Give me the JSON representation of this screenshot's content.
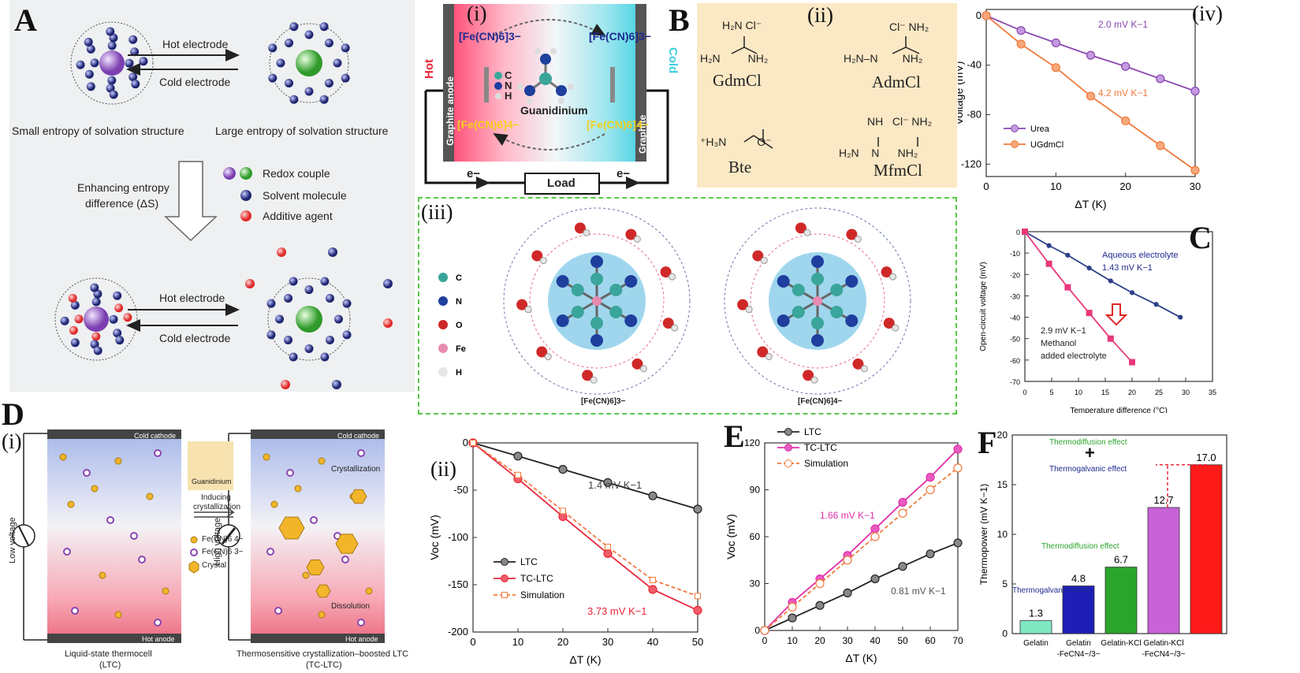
{
  "labels": {
    "A": "A",
    "B": "B",
    "C": "C",
    "D": "D",
    "E": "E",
    "F": "F",
    "i": "(i)",
    "ii": "(ii)",
    "iii": "(iii)",
    "iv": "(iv)",
    "Di": "(i)",
    "Dii": "(ii)"
  },
  "panelA": {
    "hot_electrode": "Hot electrode",
    "cold_electrode": "Cold electrode",
    "small_entropy": "Small entropy of solvation structure",
    "large_entropy": "Large entropy of solvation structure",
    "enhancing_1": "Enhancing entropy",
    "enhancing_2": "difference (ΔS)",
    "legend_redox": "Redox couple",
    "legend_solvent": "Solvent molecule",
    "legend_additive": "Additive agent",
    "hot_electrode_2": "Hot electrode",
    "cold_electrode_2": "Cold electrode"
  },
  "panelBi": {
    "hot": "Hot",
    "cold": "Cold",
    "anode": "Graphite anode",
    "cathode": "Graphite cathode",
    "fe3_left": "[Fe(CN)6]3−",
    "fe3_right": "[Fe(CN)6]3−",
    "fe4_left": "[Fe(CN)6]4−",
    "fe4_right": "[Fe(CN)6]4−",
    "guanidinium": "Guanidinium",
    "atom_c": "C",
    "atom_n": "N",
    "atom_h": "H",
    "e_left": "e−",
    "e_right": "e−",
    "load": "Load"
  },
  "panelBii": {
    "gdm": "GdmCl",
    "adm": "AdmCl",
    "bte": "Bte",
    "mfm": "MfmCl"
  },
  "panelBiii": {
    "legend": [
      "C",
      "N",
      "O",
      "Fe",
      "H"
    ],
    "cap_left": "[Fe(CN)6]3−",
    "cap_right": "[Fe(CN)6]4−"
  },
  "panelC_text": {
    "aq_1": "Aqueous electrolyte",
    "aq_2": "1.43 mV K−1",
    "me_1": "2.9 mV K−1",
    "me_2": "Methanol",
    "me_3": "added electrolyte"
  },
  "panelDi": {
    "cold_cathode": "Cold cathode",
    "hot_anode": "Hot anode",
    "low_voltage": "Low voltage",
    "high_voltage": "High voltage",
    "guanidinium": "Guanidinium",
    "inducing_1": "Inducing",
    "inducing_2": "crystallization",
    "leg_fe4": "Fe(CN)6 4−",
    "leg_fe3": "Fe(CN)6 3−",
    "leg_crystal": "Crystal",
    "crystallization": "Crystallization",
    "dissolution": "Dissolution",
    "cap_left_1": "Liquid-state thermocell",
    "cap_left_2": "(LTC)",
    "cap_right_1": "Thermosensitive crystallization–boosted LTC",
    "cap_right_2": "(TC-LTC)"
  },
  "colors": {
    "orange": "#f07a3c",
    "purple": "#8a46b0",
    "pink": "#e8377a",
    "navy": "#2c3e88",
    "black": "#222222",
    "red": "#e8283c"
  },
  "chart_data": [
    {
      "id": "Biv",
      "type": "line",
      "xlabel": "ΔT (K)",
      "ylabel": "Voltage (mV)",
      "xlim": [
        0,
        30
      ],
      "ylim": [
        -130,
        5
      ],
      "xticks": [
        0,
        10,
        20,
        30
      ],
      "yticks": [
        0,
        -40,
        -80,
        -120
      ],
      "series": [
        {
          "name": "Urea",
          "x": [
            0,
            5,
            10,
            15,
            20,
            25,
            30
          ],
          "y": [
            0,
            -12,
            -22,
            -32,
            -41,
            -51,
            -61
          ],
          "annotation": "2.0 mV K−1"
        },
        {
          "name": "UGdmCl",
          "x": [
            0,
            5,
            10,
            15,
            20,
            25,
            30
          ],
          "y": [
            0,
            -23,
            -42,
            -65,
            -85,
            -105,
            -125
          ],
          "annotation": "4.2 mV K−1"
        }
      ]
    },
    {
      "id": "C",
      "type": "line",
      "xlabel": "Temperature difference (°C)",
      "ylabel": "Open-circuit voltage (mV)",
      "xlim": [
        0,
        35
      ],
      "ylim": [
        -70,
        0
      ],
      "xticks": [
        0,
        5,
        10,
        15,
        20,
        25,
        30,
        35
      ],
      "yticks": [
        0,
        -10,
        -20,
        -30,
        -40,
        -50,
        -60,
        -70
      ],
      "series": [
        {
          "name": "Aqueous electrolyte",
          "x": [
            0,
            4.5,
            8,
            12,
            16,
            20,
            24.5,
            29
          ],
          "y": [
            0,
            -6.5,
            -11,
            -17,
            -23,
            -28.5,
            -34,
            -40
          ]
        },
        {
          "name": "Methanol added electrolyte",
          "x": [
            0,
            4.5,
            8,
            12,
            16,
            20
          ],
          "y": [
            0,
            -15,
            -26,
            -38,
            -50,
            -61
          ]
        }
      ]
    },
    {
      "id": "Dii",
      "type": "line",
      "xlabel": "ΔT (K)",
      "ylabel": "Voc (mV)",
      "xlim": [
        0,
        50
      ],
      "ylim": [
        -200,
        0
      ],
      "xticks": [
        0,
        10,
        20,
        30,
        40,
        50
      ],
      "yticks": [
        0,
        -50,
        -100,
        -150,
        -200
      ],
      "series": [
        {
          "name": "LTC",
          "x": [
            0,
            10,
            20,
            30,
            40,
            50
          ],
          "y": [
            0,
            -14,
            -28,
            -42,
            -56,
            -70
          ],
          "annotation": "1.4 mV K−1"
        },
        {
          "name": "TC-LTC",
          "x": [
            0,
            10,
            20,
            30,
            40,
            50
          ],
          "y": [
            0,
            -38,
            -78,
            -117,
            -155,
            -177
          ],
          "annotation": "3.73 mV K−1"
        },
        {
          "name": "Simulation",
          "x": [
            0,
            10,
            20,
            30,
            40,
            50
          ],
          "y": [
            0,
            -34,
            -72,
            -110,
            -145,
            -162
          ]
        }
      ]
    },
    {
      "id": "E",
      "type": "line",
      "xlabel": "ΔT (K)",
      "ylabel": "Voc (mV)",
      "xlim": [
        0,
        70
      ],
      "ylim": [
        0,
        120
      ],
      "xticks": [
        0,
        10,
        20,
        30,
        40,
        50,
        60,
        70
      ],
      "yticks": [
        0,
        30,
        60,
        90,
        120
      ],
      "series": [
        {
          "name": "LTC",
          "x": [
            0,
            10,
            20,
            30,
            40,
            50,
            60,
            70
          ],
          "y": [
            0,
            8,
            16,
            24,
            33,
            41,
            49,
            56
          ],
          "annotation": "0.81 mV K−1"
        },
        {
          "name": "TC-LTC",
          "x": [
            0,
            10,
            20,
            30,
            40,
            50,
            60,
            70
          ],
          "y": [
            0,
            18,
            33,
            48,
            65,
            82,
            98,
            116
          ],
          "annotation": "1.66 mV K−1"
        },
        {
          "name": "Simulation",
          "x": [
            0,
            10,
            20,
            30,
            40,
            50,
            60,
            70
          ],
          "y": [
            0,
            15,
            30,
            45,
            60,
            75,
            90,
            104
          ]
        }
      ]
    },
    {
      "id": "F",
      "type": "bar",
      "ylabel": "Thermopower (mV K−1)",
      "ylim": [
        0,
        20
      ],
      "yticks": [
        0,
        5,
        10,
        15,
        20
      ],
      "categories": [
        "Gelatin",
        "Gelatin -FeCN4−/3−",
        "Gelatin-KCl",
        "Gelatin-KCl -FeCN4−/3−",
        ""
      ],
      "values": [
        1.3,
        4.8,
        6.7,
        12.7,
        17.0
      ],
      "value_labels": [
        "1.3",
        "4.8",
        "6.7",
        "12.7",
        "17.0"
      ],
      "annotations": [
        "Thermodiffusion effect",
        "+",
        "Thermogalvanic effect",
        "Thermodiffusion effect",
        "Thermogalvanic effect"
      ]
    }
  ]
}
